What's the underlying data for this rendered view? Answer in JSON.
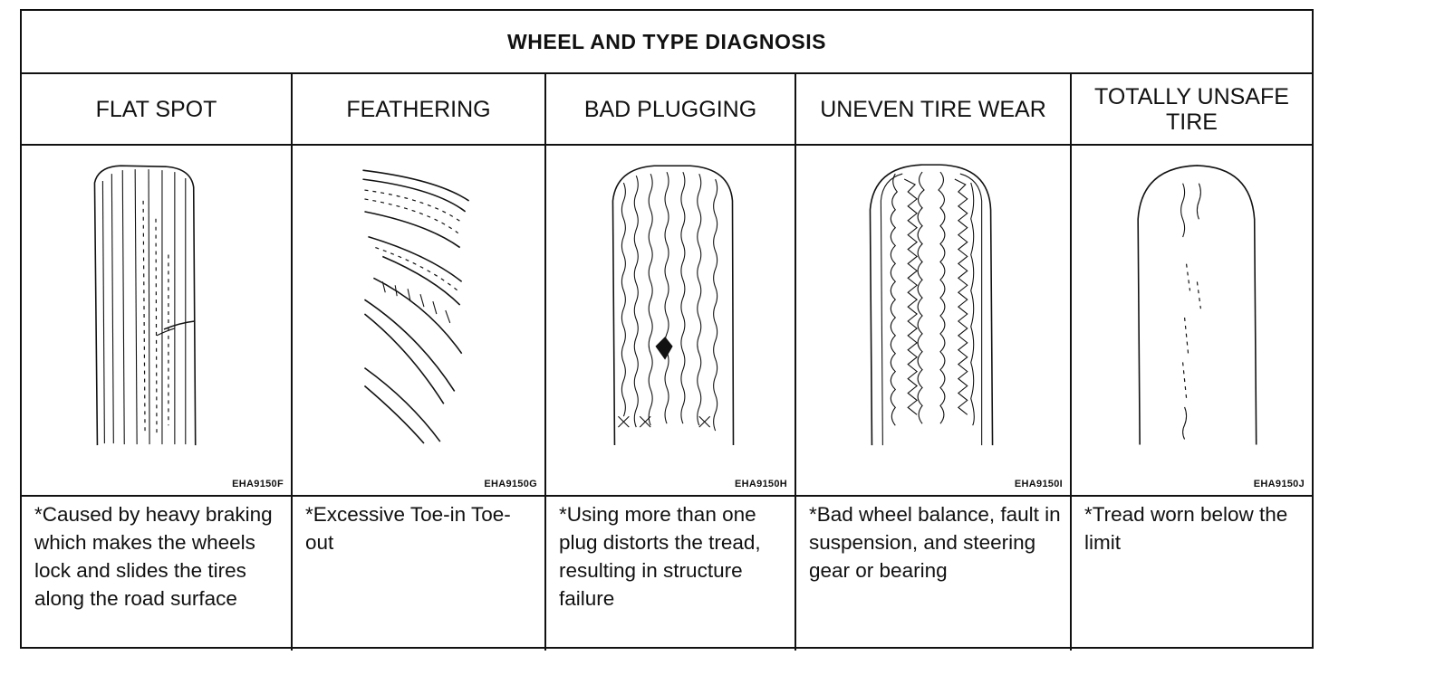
{
  "title": "WHEEL AND TYPE DIAGNOSIS",
  "columns": [
    {
      "heading": "FLAT SPOT",
      "figure_icon": "flat-spot-tire-icon",
      "figure_code": "EHA9150F",
      "description": "*Caused by heavy braking which makes the wheels lock and slides the tires along the road surface"
    },
    {
      "heading": "FEATHERING",
      "figure_icon": "feathering-tire-icon",
      "figure_code": "EHA9150G",
      "description": "*Excessive Toe-in Toe-out"
    },
    {
      "heading": "BAD PLUGGING",
      "figure_icon": "bad-plugging-tire-icon",
      "figure_code": "EHA9150H",
      "description": "*Using more than one plug distorts the tread, resulting in structure failure"
    },
    {
      "heading": "UNEVEN TIRE WEAR",
      "figure_icon": "uneven-wear-tire-icon",
      "figure_code": "EHA9150I",
      "description": "*Bad wheel balance, fault in suspension, and steering gear or bearing"
    },
    {
      "heading": "TOTALLY UNSAFE TIRE",
      "figure_icon": "unsafe-tire-icon",
      "figure_code": "EHA9150J",
      "description": "*Tread worn below the limit"
    }
  ]
}
